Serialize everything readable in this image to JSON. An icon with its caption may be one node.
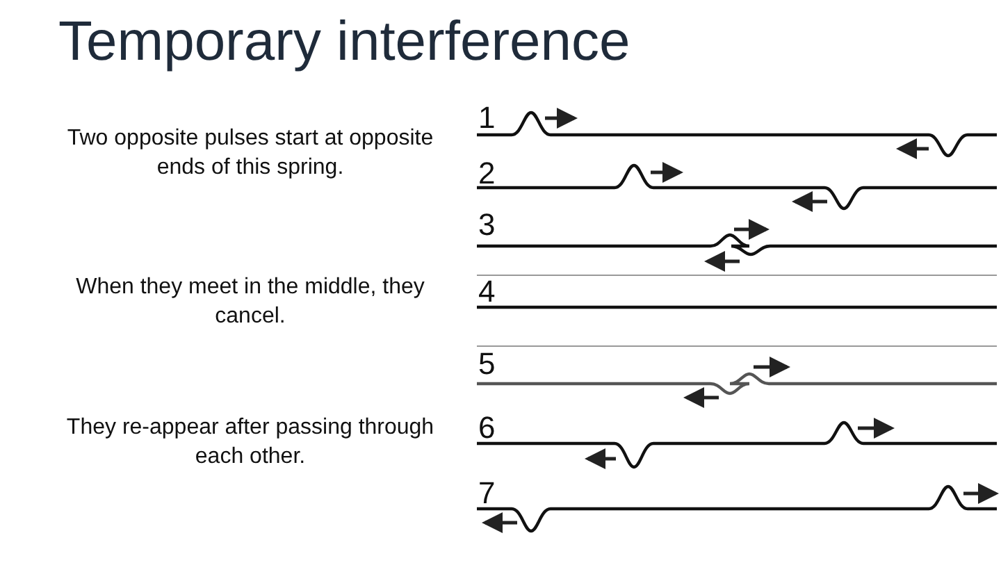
{
  "diagram": {
    "title": "Temporary interference",
    "labels": [
      "Two opposite pulses start at opposite ends of this spring.",
      "1",
      "2",
      "3",
      "When they meet in the middle, they cancel.",
      "4",
      "5",
      "They re-appear after passing through each other.",
      "6",
      "7"
    ]
  }
}
